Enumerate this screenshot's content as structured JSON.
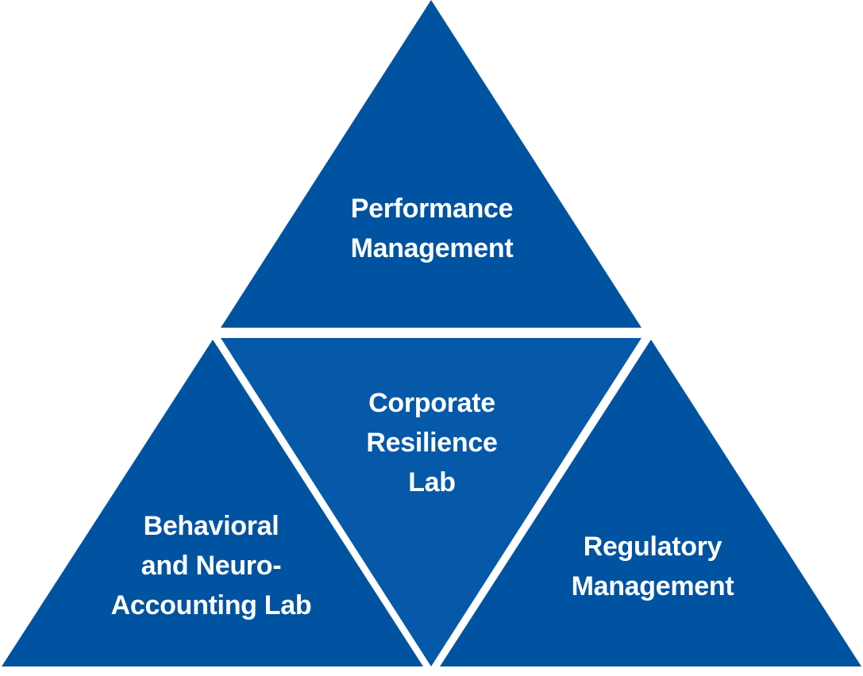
{
  "colors": {
    "outer_fill": "#0053A0",
    "center_fill": "#0559A8",
    "text": "#ffffff",
    "background": "#ffffff"
  },
  "sections": {
    "top": {
      "label": "Performance\nManagement"
    },
    "center": {
      "label": "Corporate\nResilience\nLab"
    },
    "left": {
      "label": "Behavioral\nand Neuro-\nAccounting Lab"
    },
    "right": {
      "label": "Regulatory\nManagement"
    }
  }
}
